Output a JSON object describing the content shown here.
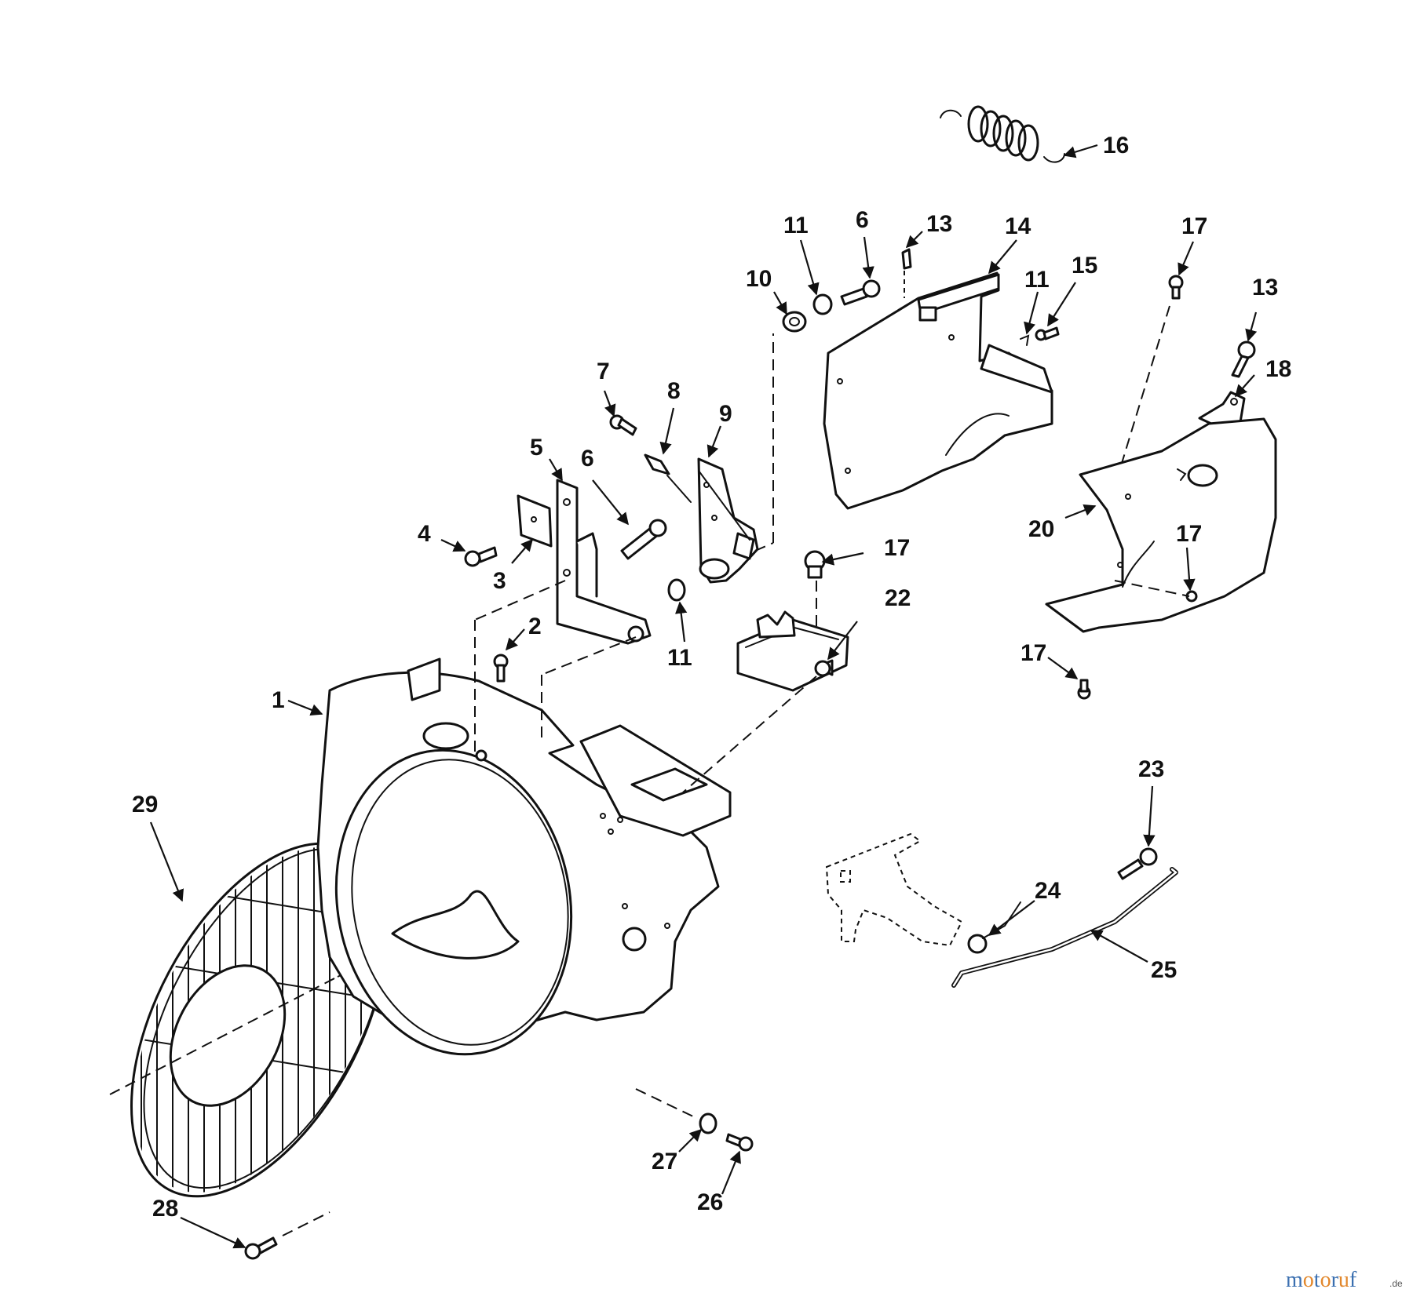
{
  "callouts": {
    "c1": "1",
    "c2": "2",
    "c3": "3",
    "c4": "4",
    "c5": "5",
    "c6a": "6",
    "c6b": "6",
    "c7": "7",
    "c8": "8",
    "c9": "9",
    "c10": "10",
    "c11a": "11",
    "c11b": "11",
    "c11c": "11",
    "c13a": "13",
    "c13b": "13",
    "c14": "14",
    "c15": "15",
    "c16": "16",
    "c17a": "17",
    "c17b": "17",
    "c17c": "17",
    "c17d": "17",
    "c18": "18",
    "c20": "20",
    "c22": "22",
    "c23": "23",
    "c24": "24",
    "c25": "25",
    "c26": "26",
    "c27": "27",
    "c28": "28",
    "c29": "29"
  },
  "watermark": {
    "brand": "motoruf",
    "suffix": ".de",
    "colors": {
      "m": "#3a6fb0",
      "o1": "#e2872b",
      "t": "#3a6fb0",
      "o2": "#e2872b",
      "r": "#3a6fb0",
      "u": "#e2872b",
      "f": "#3a6fb0"
    }
  }
}
